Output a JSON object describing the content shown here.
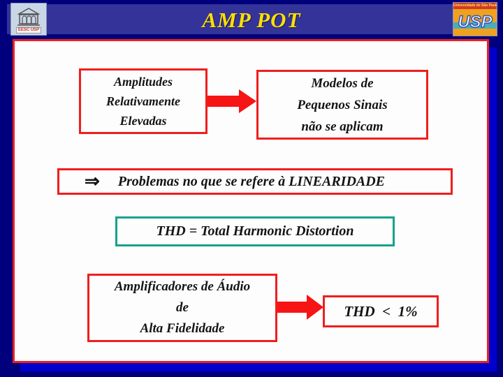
{
  "header": {
    "title": "AMP POT"
  },
  "logos": {
    "left": {
      "caption": "EESC USP"
    },
    "right": {
      "banner": "Universidade de São Paulo",
      "text": "USP"
    }
  },
  "colors": {
    "background": "#00007d",
    "header_band": "#333399",
    "panel_shadow": "#0000cc",
    "box_border_red": "#f01e1e",
    "box_border_teal": "#16a28b",
    "arrow_red": "#f61414",
    "title_yellow": "#ffdf00",
    "text": "#141414"
  },
  "diagram": {
    "box_amplitudes": {
      "lines": [
        "Amplitudes",
        "Relativamente",
        "Elevadas"
      ]
    },
    "box_modelos": {
      "lines": [
        "Modelos de",
        "Pequenos Sinais",
        "não se aplicam"
      ]
    },
    "banner_linearidade": {
      "symbol": "⇒",
      "text": "Problemas no que se refere à LINEARIDADE"
    },
    "box_thd": {
      "text": "THD = Total Harmonic Distortion"
    },
    "box_amplificadores": {
      "lines": [
        "Amplificadores de Áudio",
        "de",
        "Alta Fidelidade"
      ]
    },
    "box_thd_limit": {
      "text": "THD  <  1%"
    }
  }
}
